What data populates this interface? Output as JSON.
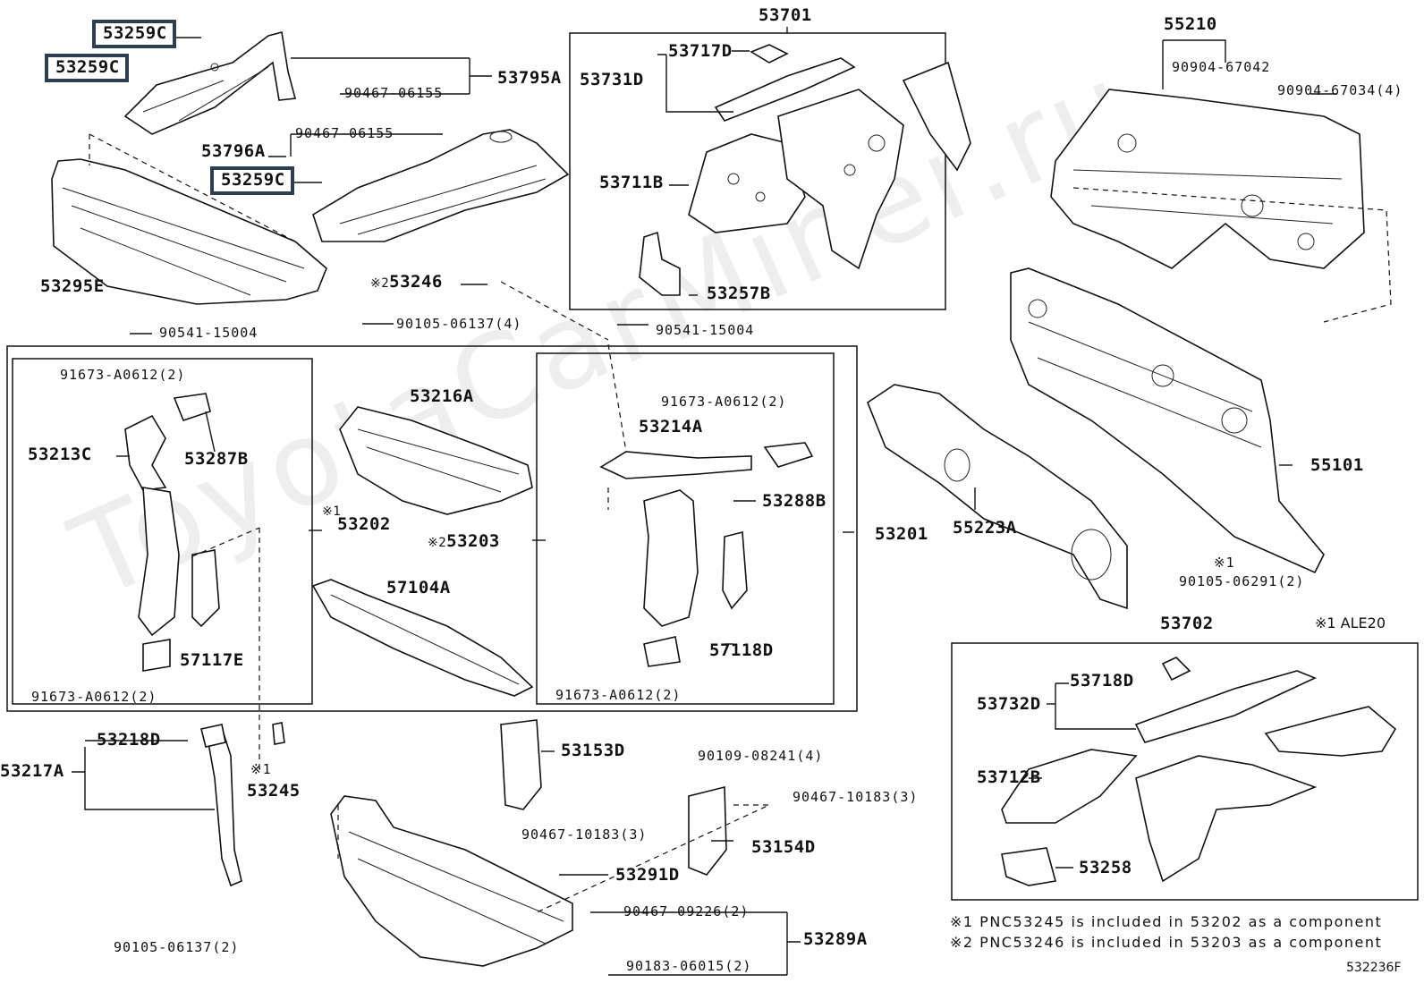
{
  "watermark": "ToyotaCarMiner.ru",
  "diagram_id": "532236F",
  "footnotes": [
    "※1 PNC53245 is included in 53202 as a component",
    "※2 PNC53246 is included in 53203 as a component"
  ],
  "legend_note": "※1 ALE20",
  "highlighted_labels": [
    "53259C",
    "53259C",
    "53259C"
  ],
  "marker_1": "※1",
  "marker_2": "※2",
  "labels": {
    "p53795A": "53795A",
    "p90467_06155a": "90467-06155",
    "p90467_06155b": "90467-06155",
    "p53796A": "53796A",
    "p53295E": "53295E",
    "p53701": "53701",
    "p53717D": "53717D",
    "p53731D": "53731D",
    "p53711B": "53711B",
    "p53257B": "53257B",
    "p55210": "55210",
    "p90904_67042": "90904-67042",
    "p90904_67034": "90904-67034(4)",
    "p53246": "53246",
    "p90541_15004a": "90541-15004",
    "p90105_06137_4": "90105-06137(4)",
    "p90541_15004b": "90541-15004",
    "p91673_A0612a": "91673-A0612(2)",
    "p53213C": "53213C",
    "p53287B": "53287B",
    "p53216A": "53216A",
    "p53202": "53202",
    "p53203": "53203",
    "p57104A": "57104A",
    "p57117E": "57117E",
    "p91673_A0612b": "91673-A0612(2)",
    "p91673_A0612c": "91673-A0612(2)",
    "p53214A": "53214A",
    "p53288B": "53288B",
    "p57118D": "57118D",
    "p91673_A0612d": "91673-A0612(2)",
    "p53201": "53201",
    "p55223A": "55223A",
    "p55101": "55101",
    "p90105_06291": "90105-06291(2)",
    "p53702": "53702",
    "p53718D": "53718D",
    "p53732D": "53732D",
    "p53712B": "53712B",
    "p53258": "53258",
    "p53218D": "53218D",
    "p53217A": "53217A",
    "p53245": "53245",
    "p90105_06137_2": "90105-06137(2)",
    "p53153D": "53153D",
    "p90109_08241": "90109-08241(4)",
    "p90467_10183a": "90467-10183(3)",
    "p90467_10183b": "90467-10183(3)",
    "p53154D": "53154D",
    "p53291D": "53291D",
    "p90467_09226": "90467-09226(2)",
    "p53289A": "53289A",
    "p90183_06015": "90183-06015(2)"
  }
}
